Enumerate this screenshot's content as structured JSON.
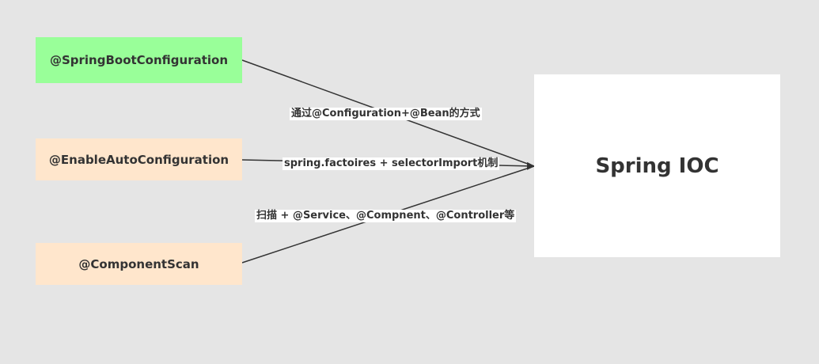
{
  "nodes": {
    "spring_boot_configuration": {
      "label": "@SpringBootConfiguration",
      "color": "#99ff99"
    },
    "enable_auto_configuration": {
      "label": "@EnableAutoConfiguration",
      "color": "#ffe6cc"
    },
    "component_scan": {
      "label": "@ComponentScan",
      "color": "#ffe6cc"
    },
    "spring_ioc": {
      "label": "Spring IOC",
      "color": "#ffffff"
    }
  },
  "edges": [
    {
      "from": "spring_boot_configuration",
      "to": "spring_ioc",
      "label": "通过@Configuration+@Bean的方式"
    },
    {
      "from": "enable_auto_configuration",
      "to": "spring_ioc",
      "label": "spring.factoires + selectorImport机制"
    },
    {
      "from": "component_scan",
      "to": "spring_ioc",
      "label": "扫描 + @Service、@Compnent、@Controller等"
    }
  ],
  "colors": {
    "background": "#e5e5e5",
    "edge": "#333333"
  }
}
